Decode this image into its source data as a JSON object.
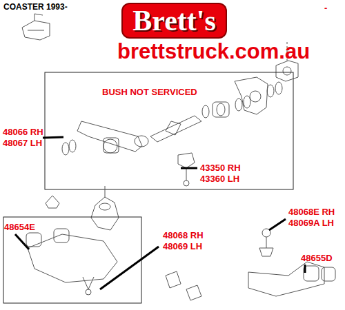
{
  "diagram": {
    "title": "COASTER 1993-",
    "nodes": [
      {
        "text": [
          "Brett's"
        ]
      }
    ],
    "labels": [
      "brettstruck.com.au",
      "-",
      "BUSH NOT SERVICED",
      "48066 RH",
      "48067 LH",
      "43350 RH",
      "43360 LH",
      "48068E RH",
      "48069A LH",
      "48654E",
      "48068 RH",
      "48069 LH",
      "48655D"
    ]
  }
}
